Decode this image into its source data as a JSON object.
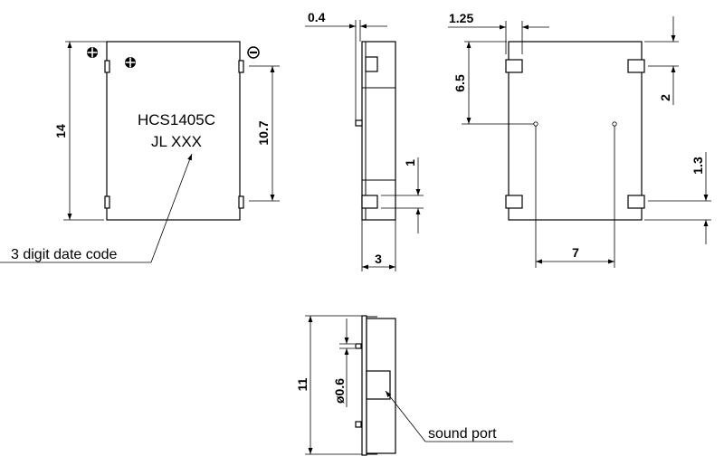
{
  "drawing": {
    "front_view": {
      "marking_line1": "HCS1405C",
      "marking_line2": "JL  XXX",
      "height_dim": "14",
      "pad_spacing_dim": "10.7",
      "positive_symbol": "plus-circle",
      "negative_symbol": "minus-circle",
      "date_code_label": "3 digit date code"
    },
    "side_view": {
      "terminal_thickness_dim": "0.4",
      "pad_width_dim": "1",
      "depth_dim": "3"
    },
    "bottom_view": {
      "pad_width_dim": "1.25",
      "hole_offset_dim": "6.5",
      "pad_offset_dim": "2",
      "pad_bottom_dim": "1.3",
      "hole_spacing_dim": "7"
    },
    "end_view": {
      "height_dim": "11",
      "port_diameter_dim": "ø0.6",
      "sound_port_label": "sound port"
    }
  }
}
